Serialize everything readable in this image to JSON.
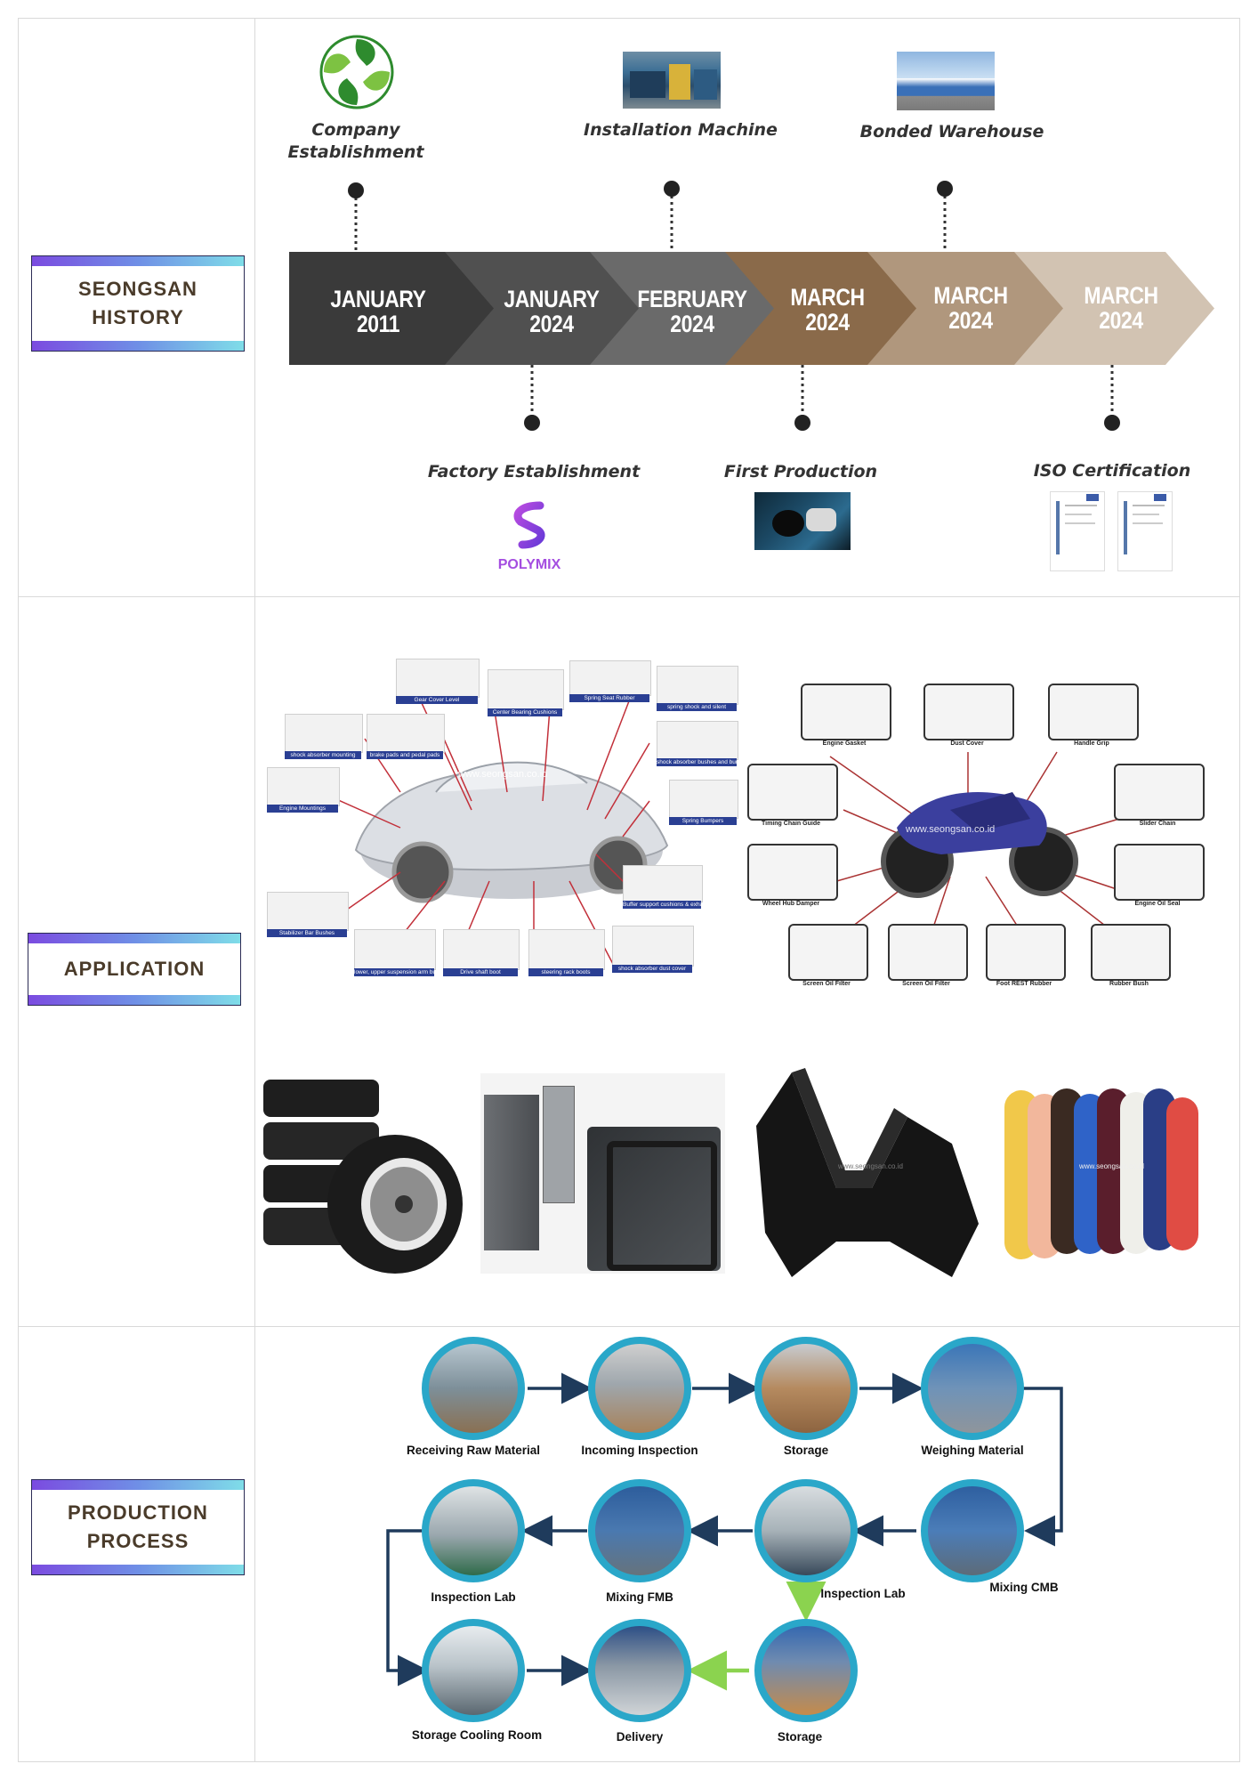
{
  "sections": {
    "history": {
      "label": "SEONGSAN\nHISTORY"
    },
    "application": {
      "label": "APPLICATION"
    },
    "production": {
      "label": "PRODUCTION\nPROCESS"
    }
  },
  "timeline": {
    "dates": [
      {
        "month": "JANUARY",
        "year": "2011",
        "color": "#3a3a3a"
      },
      {
        "month": "JANUARY",
        "year": "2024",
        "color": "#505050"
      },
      {
        "month": "FEBRUARY",
        "year": "2024",
        "color": "#6a6a6a"
      },
      {
        "month": "MARCH",
        "year": "2024",
        "color": "#8a6a4a"
      },
      {
        "month": "MARCH",
        "year": "2024",
        "color": "#b0977d"
      },
      {
        "month": "MARCH",
        "year": "2024",
        "color": "#d2c3b2"
      }
    ],
    "top_milestones": [
      "Company\nEstablishment",
      "Installation Machine",
      "Bonded Warehouse"
    ],
    "bottom_milestones": [
      "Factory Establishment",
      "First Production",
      "ISO Certification"
    ],
    "polymix_logo_text": "POLYMIX"
  },
  "application": {
    "car_parts": [
      "Gear Cover Level",
      "Center Bearing Cushions",
      "Spring Seat Rubber",
      "spring shock and silent",
      "shock absorber mounting",
      "brake pads and pedal pads",
      "shock absorber bushes and bumper",
      "Engine Mountings",
      "Spring Bumpers",
      "Buffer support cushions & exhaust",
      "Stabilizer Bar Bushes",
      "lower, upper suspension arm bushes",
      "Drive shaft boot",
      "steering rack boots",
      "shock absorber dust cover"
    ],
    "moto_parts": [
      "Engine Gasket",
      "Dust Cover",
      "Handle Grip",
      "Timing Chain Guide",
      "Slider Chain",
      "Wheel Hub Damper",
      "Engine Oil Seal",
      "Screen Oil Filter",
      "Screen Oil Filter",
      "Foot REST Rubber",
      "Rubber Bush"
    ],
    "watermark": "www.seongsan.co.id"
  },
  "process": {
    "steps": [
      "Receiving Raw Material",
      "Incoming Inspection",
      "Storage",
      "Weighing Material",
      "Mixing CMB",
      "Inspection Lab",
      "Mixing FMB",
      "Inspection Lab",
      "Storage Cooling Room",
      "Delivery",
      "Storage"
    ]
  },
  "colors": {
    "accent_purple": "#7b4be0",
    "accent_cyan": "#7fdde8",
    "circle_ring": "#2aa7c9",
    "arrow_navy": "#1f3b5c",
    "arrow_green": "#8bd34f"
  }
}
